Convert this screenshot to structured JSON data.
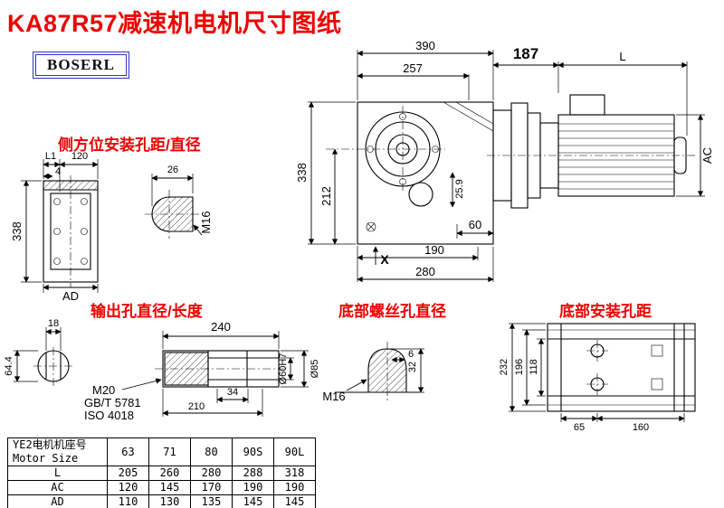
{
  "page": {
    "title": "KA87R57减速机电机尺寸图纸",
    "brand": "BOSERL",
    "title_color": "#ee0000",
    "brand_border_color": "#3232c8"
  },
  "section_labels": {
    "side_mount": "侧方位安装孔距/直径",
    "output": "输出孔直径/长度",
    "bottom_screw": "底部螺丝孔直径",
    "bottom_mount": "底部安装孔距"
  },
  "main_view": {
    "d390": "390",
    "d257": "257",
    "d187": "187",
    "dL": "L",
    "d338": "338",
    "d212": "212",
    "dAC": "AC",
    "d25_9": "25.9",
    "d60": "60",
    "dX": "X",
    "d190": "190",
    "d280": "280"
  },
  "side_view": {
    "dL1": "L1",
    "d120": "120",
    "d4": "4",
    "d338": "338",
    "dAD": "AD",
    "d26": "26",
    "thread": "M16"
  },
  "output_view": {
    "d18": "18",
    "d64_4": "64.4",
    "d240": "240",
    "thread": "M20",
    "std1": "GB/T 5781",
    "std2": "ISO 4018",
    "d34": "34",
    "d210": "210",
    "bore": "Ø60H7",
    "dia": "Ø85"
  },
  "screw_view": {
    "d32": "32",
    "d6": "6",
    "thread": "M16"
  },
  "bottom_view": {
    "d232": "232",
    "d196": "196",
    "d118": "118",
    "d65": "65",
    "d160": "160"
  },
  "table": {
    "header_cn": "YE2电机机座号",
    "header_en": "Motor Size",
    "sizes": [
      "63",
      "71",
      "80",
      "90S",
      "90L"
    ],
    "rows": [
      {
        "label": "L",
        "values": [
          "205",
          "260",
          "280",
          "288",
          "318"
        ]
      },
      {
        "label": "AC",
        "values": [
          "120",
          "145",
          "170",
          "190",
          "190"
        ]
      },
      {
        "label": "AD",
        "values": [
          "110",
          "130",
          "135",
          "145",
          "145"
        ]
      }
    ]
  }
}
